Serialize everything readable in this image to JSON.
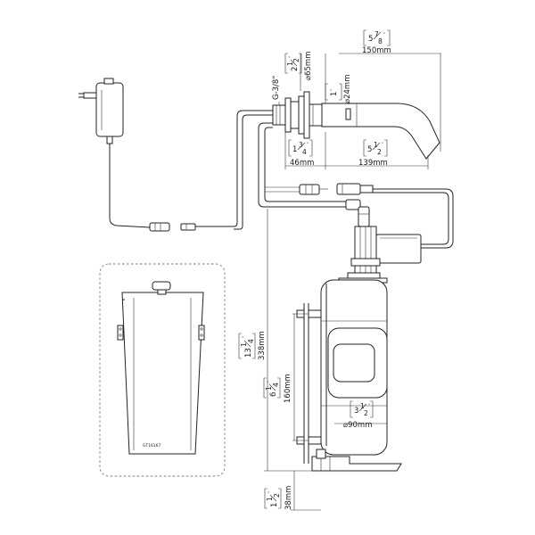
{
  "dimensions": {
    "spout_length": {
      "mm": "150mm",
      "whole": "5",
      "num": "7",
      "den": "8",
      "unit": "\""
    },
    "flange_diameter": {
      "mm": "⌀65mm",
      "whole": "2",
      "num": "1",
      "den": "2",
      "unit": "\""
    },
    "spout_diameter": {
      "mm": "⌀24mm",
      "whole": "1",
      "unit": "\""
    },
    "thread": {
      "text": "G-3/8\""
    },
    "flange_depth": {
      "mm": "46mm",
      "whole": "1",
      "num": "3",
      "den": "4",
      "unit": "\""
    },
    "spout_projection": {
      "mm": "139mm",
      "whole": "5",
      "num": "1",
      "den": "2",
      "unit": "\""
    },
    "total_height": {
      "mm": "338mm",
      "whole": "13",
      "num": "1",
      "den": "4",
      "unit": "\""
    },
    "bracket_spacing": {
      "mm": "160mm",
      "whole": "6",
      "num": "1",
      "den": "4",
      "unit": "\""
    },
    "tank_diameter": {
      "mm": "⌀90mm",
      "whole": "3",
      "num": "1",
      "den": "2",
      "unit": "\""
    },
    "base_height": {
      "mm": "38mm",
      "whole": "1",
      "num": "1",
      "den": "2",
      "unit": "\""
    }
  },
  "detail_label": "GT16167"
}
